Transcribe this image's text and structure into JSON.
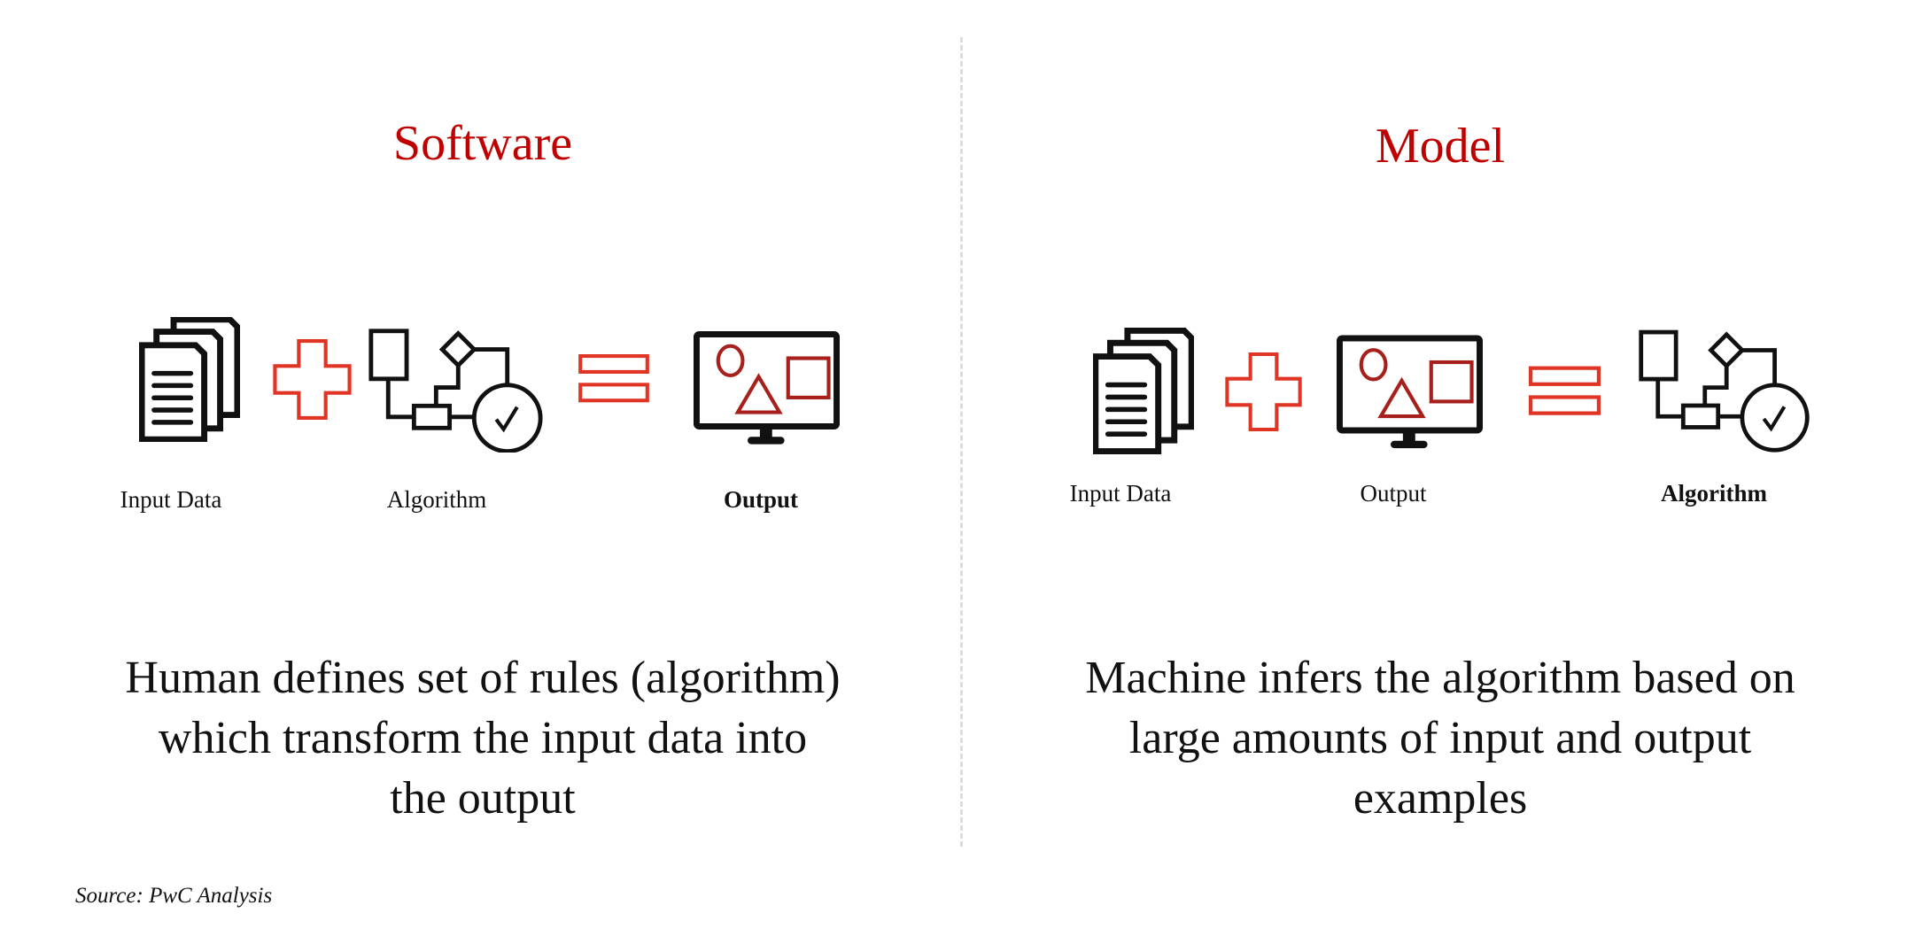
{
  "colors": {
    "title": "#c00000",
    "operator": "#e03424",
    "shape": "#a8201c",
    "icon": "#111111"
  },
  "software": {
    "title": "Software",
    "icons": [
      "documents-icon",
      "plus-icon",
      "algorithm-flowchart-icon",
      "equals-icon",
      "monitor-output-icon"
    ],
    "labels": {
      "input": "Input Data",
      "middle": "Algorithm",
      "result": "Output"
    },
    "description": [
      "Human defines set of rules (algorithm)",
      "which transform the input data into",
      "the output"
    ]
  },
  "model": {
    "title": "Model",
    "icons": [
      "documents-icon",
      "plus-icon",
      "monitor-output-icon",
      "equals-icon",
      "algorithm-flowchart-icon"
    ],
    "labels": {
      "input": "Input Data",
      "middle": "Output",
      "result": "Algorithm"
    },
    "description": [
      "Machine infers the algorithm based on",
      "large amounts of input and output",
      "examples"
    ]
  },
  "source": "Source: PwC Analysis"
}
